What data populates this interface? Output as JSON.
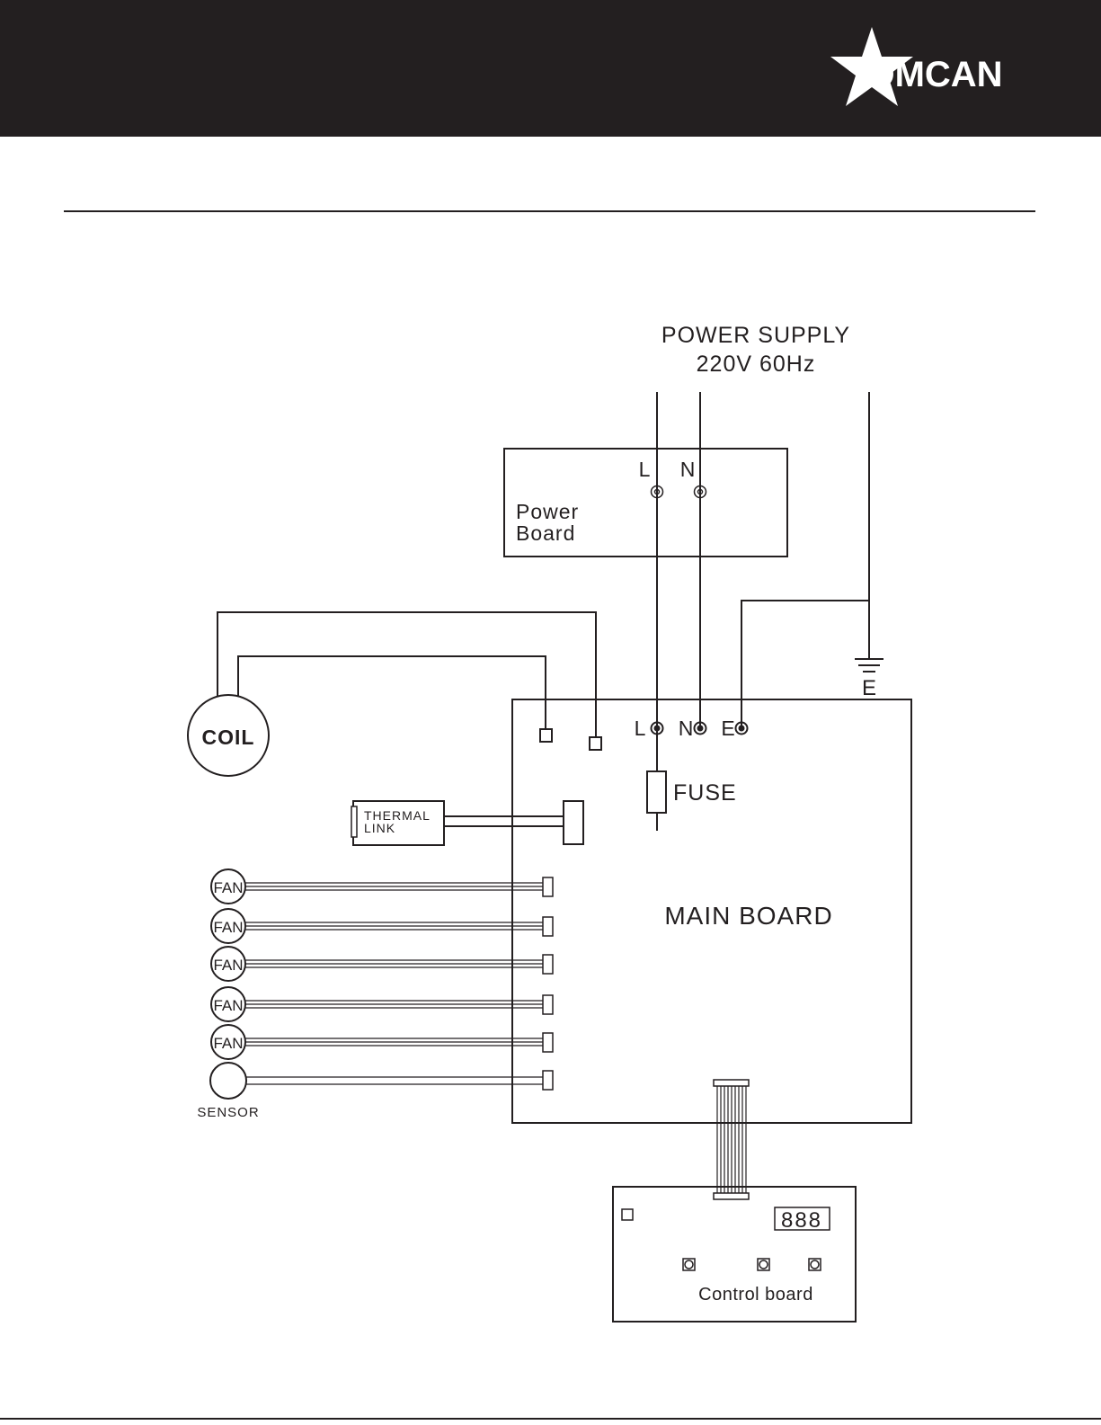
{
  "brand": {
    "name": "OMCAN",
    "colors": {
      "header": "#231f20",
      "logo": "#ffffff",
      "line": "#231f20"
    }
  },
  "power_supply": {
    "title": "POWER SUPPLY",
    "rating": "220V   60Hz"
  },
  "power_board": {
    "line1": "Power",
    "line2": "Board",
    "terminal_l": "L",
    "terminal_n": "N"
  },
  "earth": {
    "label": "E"
  },
  "main_board": {
    "label": "MAIN BOARD",
    "terminal_l": "L",
    "terminal_n": "N",
    "terminal_e": "E",
    "fuse_label": "FUSE"
  },
  "coil": {
    "label": "COIL"
  },
  "thermal_link": {
    "line1": "THERMAL",
    "line2": "LINK"
  },
  "fans": [
    {
      "label": "FAN"
    },
    {
      "label": "FAN"
    },
    {
      "label": "FAN"
    },
    {
      "label": "FAN"
    },
    {
      "label": "FAN"
    }
  ],
  "sensor": {
    "label": "SENSOR"
  },
  "control_board": {
    "label": "Control board",
    "display": "888"
  }
}
